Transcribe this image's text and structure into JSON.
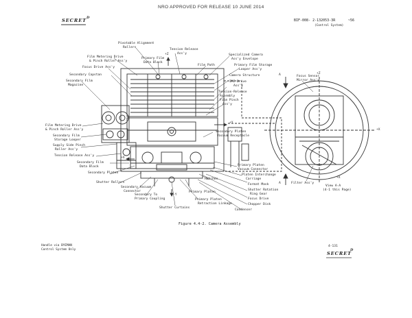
{
  "header": {
    "approval": "NRO APPROVED FOR RELEASE 10 JUNE 2014",
    "secret_top": "SECRET",
    "secret_top_code": "D",
    "doc_id": "BIF-008- 2-132053-3R",
    "doc_suffix": "~56",
    "doc_control": "(Control System)"
  },
  "labels": {
    "pivotable_alignment": "Pivotable Alignment",
    "rollers": "Rollers",
    "tension_release": "Tension Release",
    "tension_release_assy": "Ass'y",
    "film_metering_drive": "Film Metering Drive",
    "pinch_roller_assy": "& Pinch Roller Ass'y",
    "primary_film": "Primary Film",
    "data_block": "Data Block",
    "film_path": "Film Path",
    "specialized_camera": "Specialized Camera",
    "envelope_assy": "Ass'y Envelope",
    "primary_film_storage": "Primary Film Storage",
    "looper_assy": "Looper Ass'y",
    "focus_drive_assy": "Focus Drive Ass'y",
    "camera_structure": "Camera Structure",
    "imc_drive": "IMC Drive",
    "imc_drive_assy": "Ass'y",
    "secondary_capstan": "Secondary Capstan",
    "secondary_film_magazine": "Secondary Film",
    "magazine": "Magazine",
    "tension_release_assembly": "Tension-Release",
    "assembly": "Assembly",
    "film_pinch": "Film Pinch",
    "film_pinch_assy": "Ass'y",
    "focus_sensor": "Focus Sensor",
    "mirror_assy": "Mirror Ass'y",
    "film_metering_drive_left": "Film Metering Drive",
    "pinch_roller_left": "& Pinch Roller Ass'y",
    "secondary_film_storage": "Secondary Film",
    "storage_looper": "Storage Looper",
    "supply_side_pinch": "Supply Side Pinch",
    "roller_assy": "Roller Ass'y",
    "secondary_platen": "Secondary Platen",
    "vacuum_receptacle": "Vacuum Receptacle",
    "tension_release_left": "Tension Release Ass'y",
    "secondary_film": "Secondary Film",
    "data_block_left": "Data Block",
    "secondary_platen_left": "Secondary Platen",
    "primary_platen": "Primary Platen",
    "vacuum_connector": "Vacuum Connector",
    "platen_interchange": "Platen Interchange",
    "carriage": "Carriage",
    "format_mask": "Format Mask",
    "shutter_rollers": "Shutter Rollers",
    "secondary_vacuum": "Secondary Vacuum",
    "connector": "Connector",
    "hatches": "Hatches",
    "shutter_rotation": "Shutter Rotation",
    "ring_gear": "Ring Gear",
    "secondary_to": "Secondary To",
    "primary_coupling": "Primary Coupling",
    "primary_platen_bottom": "Primary Platen",
    "focus_drive": "Focus Drive",
    "primary_platen_retraction": "Primary Platen",
    "retraction_linkage": "Retraction Linkage",
    "chopper_disk": "Chopper Disk",
    "shutter_curtains": "Shutter Curtains",
    "condenser": "Condenser",
    "filter_assy": "Filter Ass'y",
    "view_aa": "View A-A",
    "view_aa_note": "(4-1 this Page)",
    "arrow_left_x": "+X",
    "arrow_right_x": "+X",
    "arrow_top": "+Z",
    "arrow_mid": "+Y",
    "arrow_y": "-Y",
    "arrow_right": "+X",
    "arrow_right2": "+Z",
    "axis_section": "A"
  },
  "caption": "Figure 4.4-2.  Camera Assembly",
  "footer": {
    "handle_via": "Handle via BYEMAN",
    "control_system": "Control System Only",
    "page_number": "4-131",
    "secret_bottom": "SECRET",
    "secret_bottom_code": "D"
  }
}
